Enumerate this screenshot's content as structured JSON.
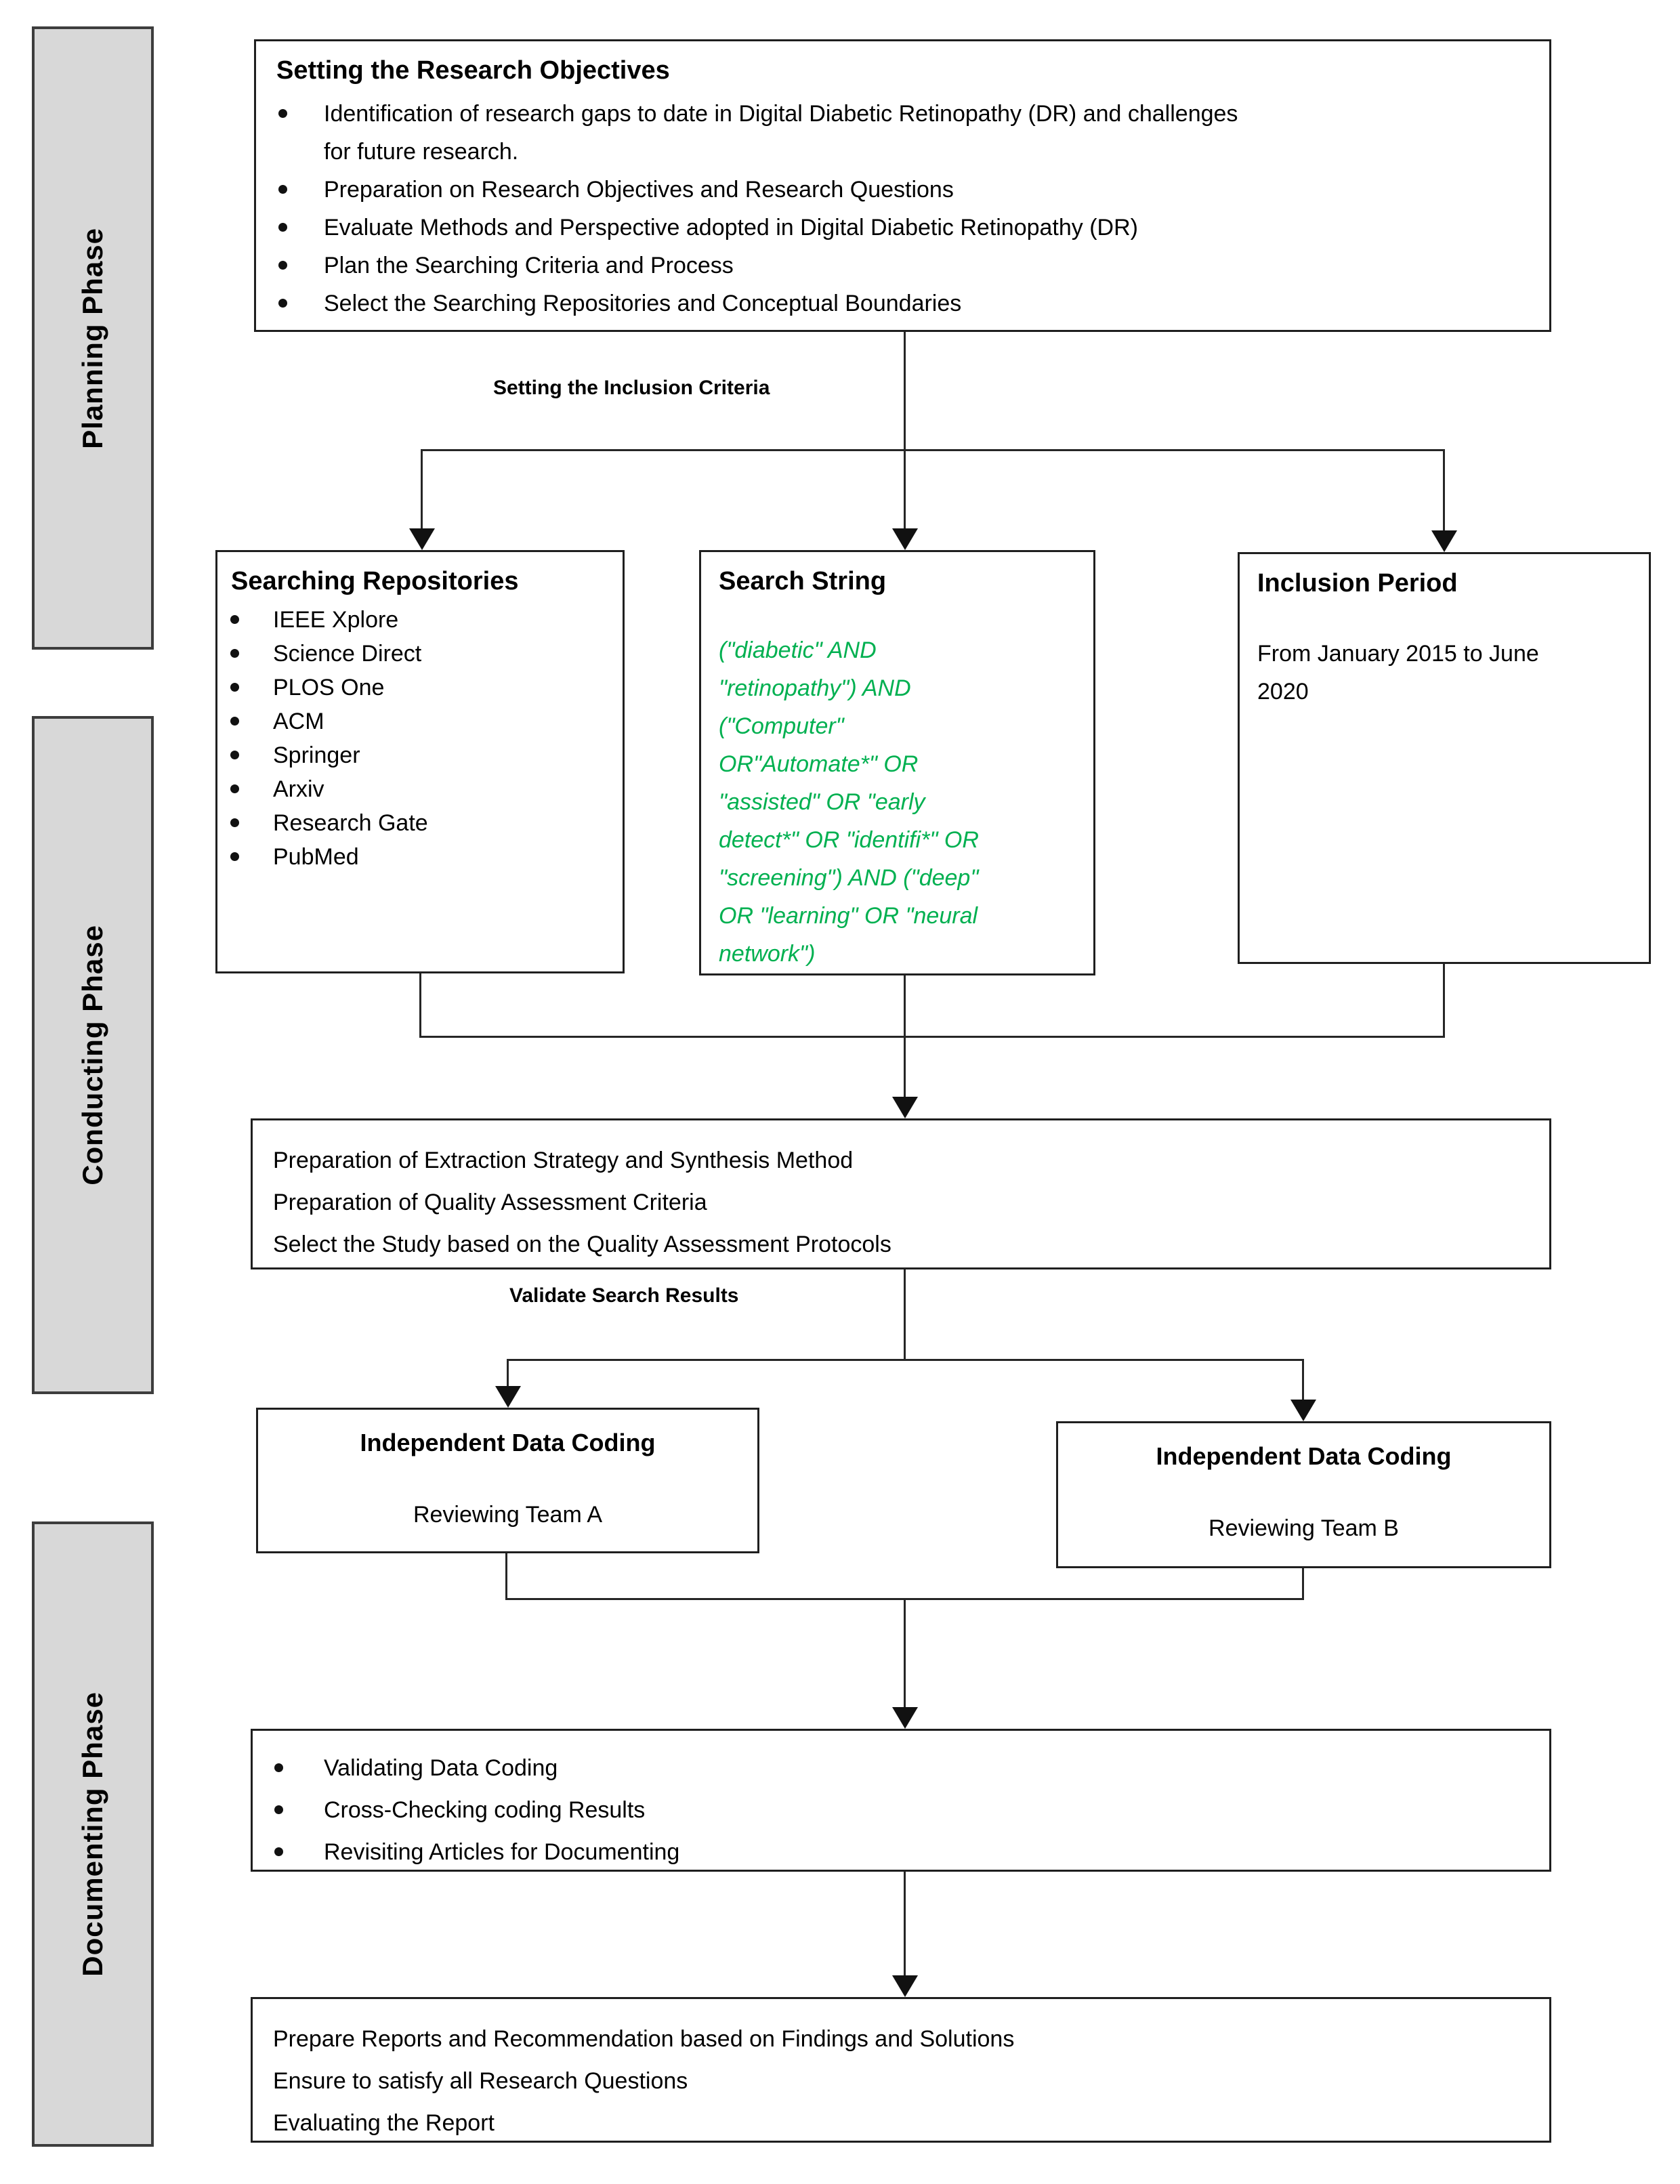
{
  "phases": [
    {
      "label": "Planning Phase"
    },
    {
      "label": "Conducting Phase"
    },
    {
      "label": "Documenting Phase"
    }
  ],
  "objectives_box": {
    "title": "Setting the Research Objectives",
    "bullets": [
      "Identification of research gaps to date in Digital Diabetic Retinopathy (DR) and challenges\nfor future research.",
      "Preparation on Research Objectives and Research Questions",
      "Evaluate Methods and Perspective adopted in Digital Diabetic Retinopathy (DR)",
      "Plan the Searching Criteria and Process",
      "Select the Searching Repositories and Conceptual Boundaries"
    ]
  },
  "labels": {
    "inclusion_criteria": "Setting the Inclusion Criteria",
    "validate_results": "Validate Search Results"
  },
  "repositories_box": {
    "title": "Searching Repositories",
    "items": [
      "IEEE Xplore",
      "Science Direct",
      "PLOS One",
      "ACM",
      "Springer",
      "Arxiv",
      "Research Gate",
      "PubMed"
    ]
  },
  "search_string_box": {
    "title": "Search String",
    "query": "(\"diabetic\" AND\n\"retinopathy\") AND\n(\"Computer\"\nOR\"Automate*\" OR\n\"assisted\" OR \"early\ndetect*\" OR \"identifi*\" OR\n\"screening\") AND (\"deep\"\nOR \"learning\" OR \"neural\nnetwork\")"
  },
  "inclusion_box": {
    "title": "Inclusion Period",
    "body": "From January 2015 to June\n2020"
  },
  "preparation_box": {
    "lines": [
      "Preparation of Extraction Strategy and Synthesis Method",
      "Preparation of Quality Assessment Criteria",
      "Select the Study based on the Quality Assessment Protocols"
    ]
  },
  "coding_boxes": [
    {
      "title": "Independent Data Coding",
      "team": "Reviewing Team A"
    },
    {
      "title": "Independent Data Coding",
      "team": "Reviewing Team B"
    }
  ],
  "validation_box": {
    "bullets": [
      "Validating Data Coding",
      "Cross-Checking coding Results",
      "Revisiting Articles for Documenting"
    ]
  },
  "report_box": {
    "lines": [
      "Prepare Reports and Recommendation based on Findings and Solutions",
      "Ensure to satisfy all Research Questions",
      "Evaluating the Report"
    ]
  },
  "colors": {
    "query_green": "#00B050",
    "phase_fill": "#d8d8d8"
  }
}
